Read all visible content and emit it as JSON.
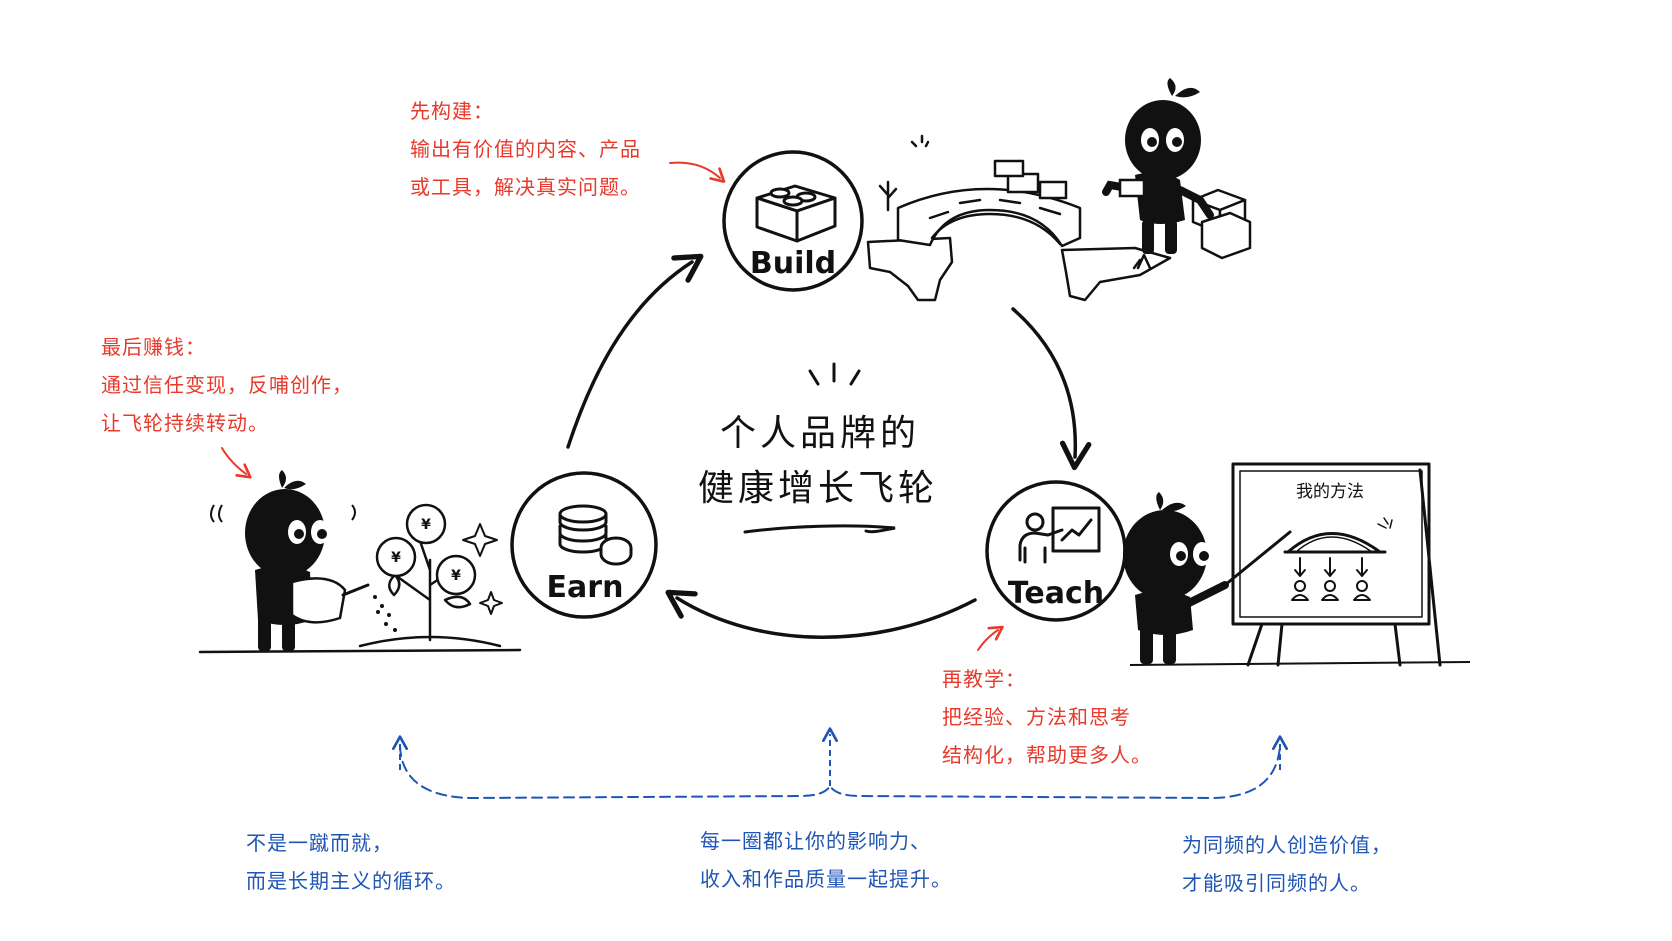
{
  "center": {
    "title_line1": "个人品牌的",
    "title_line2": "健康增长飞轮"
  },
  "nodes": {
    "build": {
      "label": "Build"
    },
    "teach": {
      "label": "Teach"
    },
    "earn": {
      "label": "Earn"
    }
  },
  "board": {
    "title": "我的方法"
  },
  "coins": {
    "symbol": "¥"
  },
  "notes": {
    "build": {
      "heading": "先构建：",
      "line1": "输出有价值的内容、产品",
      "line2": "或工具，解决真实问题。"
    },
    "earn": {
      "heading": "最后赚钱：",
      "line1": "通过信任变现，反哺创作，",
      "line2": "让飞轮持续转动。"
    },
    "teach": {
      "heading": "再教学：",
      "line1": "把经验、方法和思考",
      "line2": "结构化，帮助更多人。"
    }
  },
  "bottom": {
    "left": {
      "line1": "不是一蹴而就，",
      "line2": "而是长期主义的循环。"
    },
    "middle": {
      "line1": "每一圈都让你的影响力、",
      "line2": "收入和作品质量一起提升。"
    },
    "right": {
      "line1": "为同频的人创造价值，",
      "line2": "才能吸引同频的人。"
    }
  },
  "colors": {
    "ink": "#111111",
    "accent_red": "#e8392b",
    "accent_blue": "#1f55b5"
  }
}
